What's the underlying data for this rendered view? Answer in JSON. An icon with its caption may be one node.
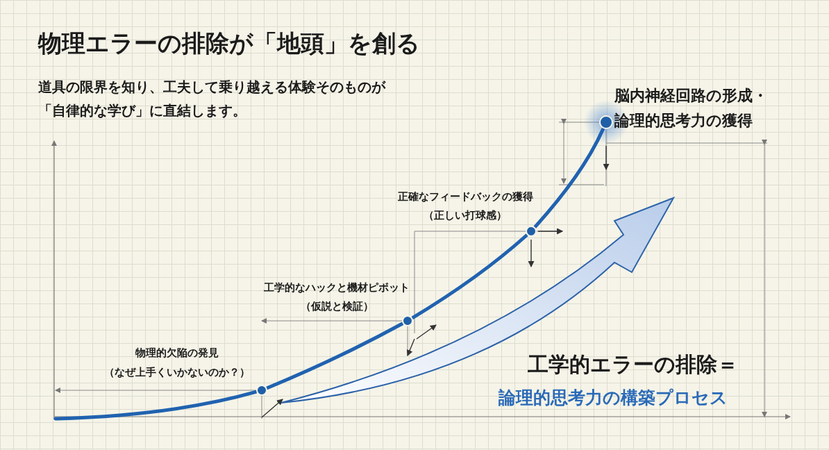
{
  "diagram": {
    "title": "物理エラーの排除が「地頭」を創る",
    "caption": "道具の限界を知り、工夫して乗り越える体験そのものが「自律的な学び」に直結します。",
    "nodes": [
      {
        "text": [],
        "shape": "circle",
        "beside": [
          "物理的欠陥の発見",
          "（なぜ上手くいかないのか？）"
        ]
      },
      {
        "text": [],
        "shape": "circle",
        "beside": [
          "工学的なハックと機材ピボット",
          "（仮説と検証）"
        ]
      },
      {
        "text": [],
        "shape": "circle",
        "beside": [
          "正確なフィードバックの獲得",
          "（正しい打球感）"
        ]
      },
      {
        "text": [],
        "shape": "circle",
        "beside": [
          "脳内神経回路の形成・論理的思考力の獲得"
        ]
      }
    ],
    "edges": [
      {
        "from": null,
        "to": 0,
        "arrow": "none"
      },
      {
        "from": 0,
        "to": 1,
        "arrow": "none"
      },
      {
        "from": 1,
        "to": 2,
        "arrow": "none"
      },
      {
        "from": 2,
        "to": 3,
        "arrow": "none"
      }
    ],
    "labels": [
      "工学的エラーの排除＝",
      "論理的思考力の構築プロセス"
    ]
  }
}
